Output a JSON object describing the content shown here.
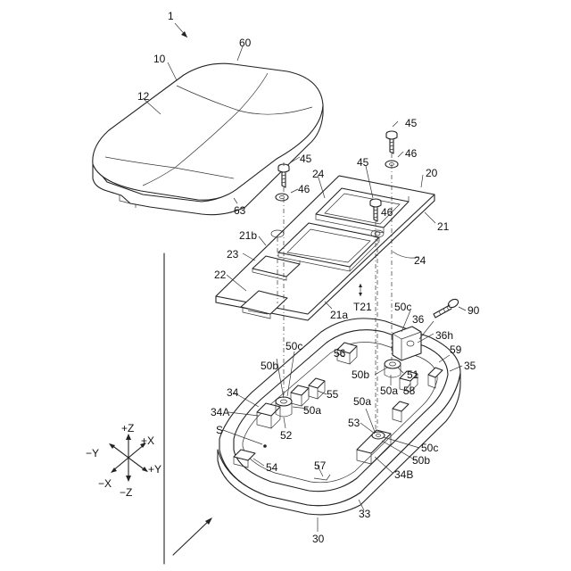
{
  "labels": {
    "assembly": "1",
    "top": "60",
    "cover": "10",
    "cover_face": "12",
    "cover_side": "63",
    "board_assy": "20",
    "board": "21",
    "board_edge_b": "21b",
    "board_edge_a": "21a",
    "thickness": "T21",
    "screw_a": "45",
    "screw_b": "45",
    "screw_c": "45",
    "washer_a": "46",
    "washer_b": "46",
    "washer_c": "46",
    "chip_top": "24",
    "chip_lower": "24",
    "small_chip": "23",
    "connector": "22",
    "boss_c_top": "50c",
    "boss_b_left": "50b",
    "boss_a_left": "50a",
    "rib_56": "56",
    "rib_55": "55",
    "wall_34": "34",
    "wall_34a": "34A",
    "point_s": "S",
    "post_52": "52",
    "rib_54": "54",
    "rib_57": "57",
    "bracket_36": "36",
    "hole_36h": "36h",
    "screw_90": "90",
    "wall_59": "59",
    "wall_35": "35",
    "boss_b_right": "50b",
    "post_51": "51",
    "boss_a_right": "50a",
    "rib_58": "58",
    "boss_a_mid": "50a",
    "post_53": "53",
    "boss_c_right": "50c",
    "boss_b_lower": "50b",
    "wall_34b": "34B",
    "case_side": "33",
    "case": "30"
  },
  "axes": {
    "pz": "+Z",
    "px": "+X",
    "my": "−Y",
    "py": "+Y",
    "mx": "−X",
    "mz": "−Z"
  }
}
